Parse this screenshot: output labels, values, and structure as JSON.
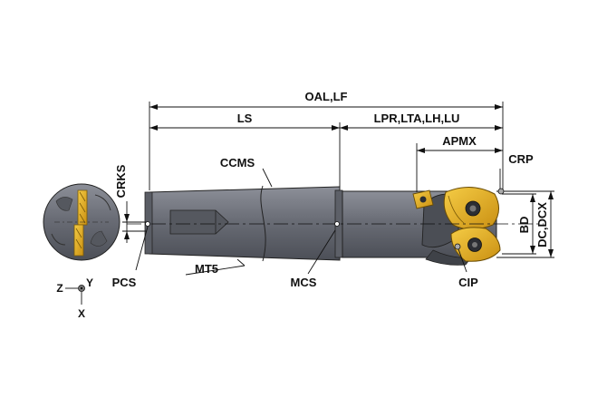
{
  "colors": {
    "body": "#6a6d76",
    "body_dark": "#4f525a",
    "body_light": "#8a8d96",
    "insert": "#e8b21f",
    "insert_dark": "#a87a0c",
    "line": "#111111",
    "background": "#ffffff"
  },
  "labels": {
    "oal_lf": "OAL,LF",
    "ls": "LS",
    "lpr_group": "LPR,LTA,LH,LU",
    "apmx": "APMX",
    "crp": "CRP",
    "ccms": "CCMS",
    "crks": "CRKS",
    "bd": "BD",
    "dc_dcx": "DC,DCX",
    "pcs": "PCS",
    "mt5": "MT5",
    "mcs": "MCS",
    "cip": "CIP",
    "axis_z": "Z",
    "axis_y": "Y",
    "axis_x": "X"
  },
  "icons": {
    "end_view": "tool-end-view-icon",
    "coordinate_origin": "coordinate-origin-icon",
    "reference_point": "reference-point-icon"
  }
}
